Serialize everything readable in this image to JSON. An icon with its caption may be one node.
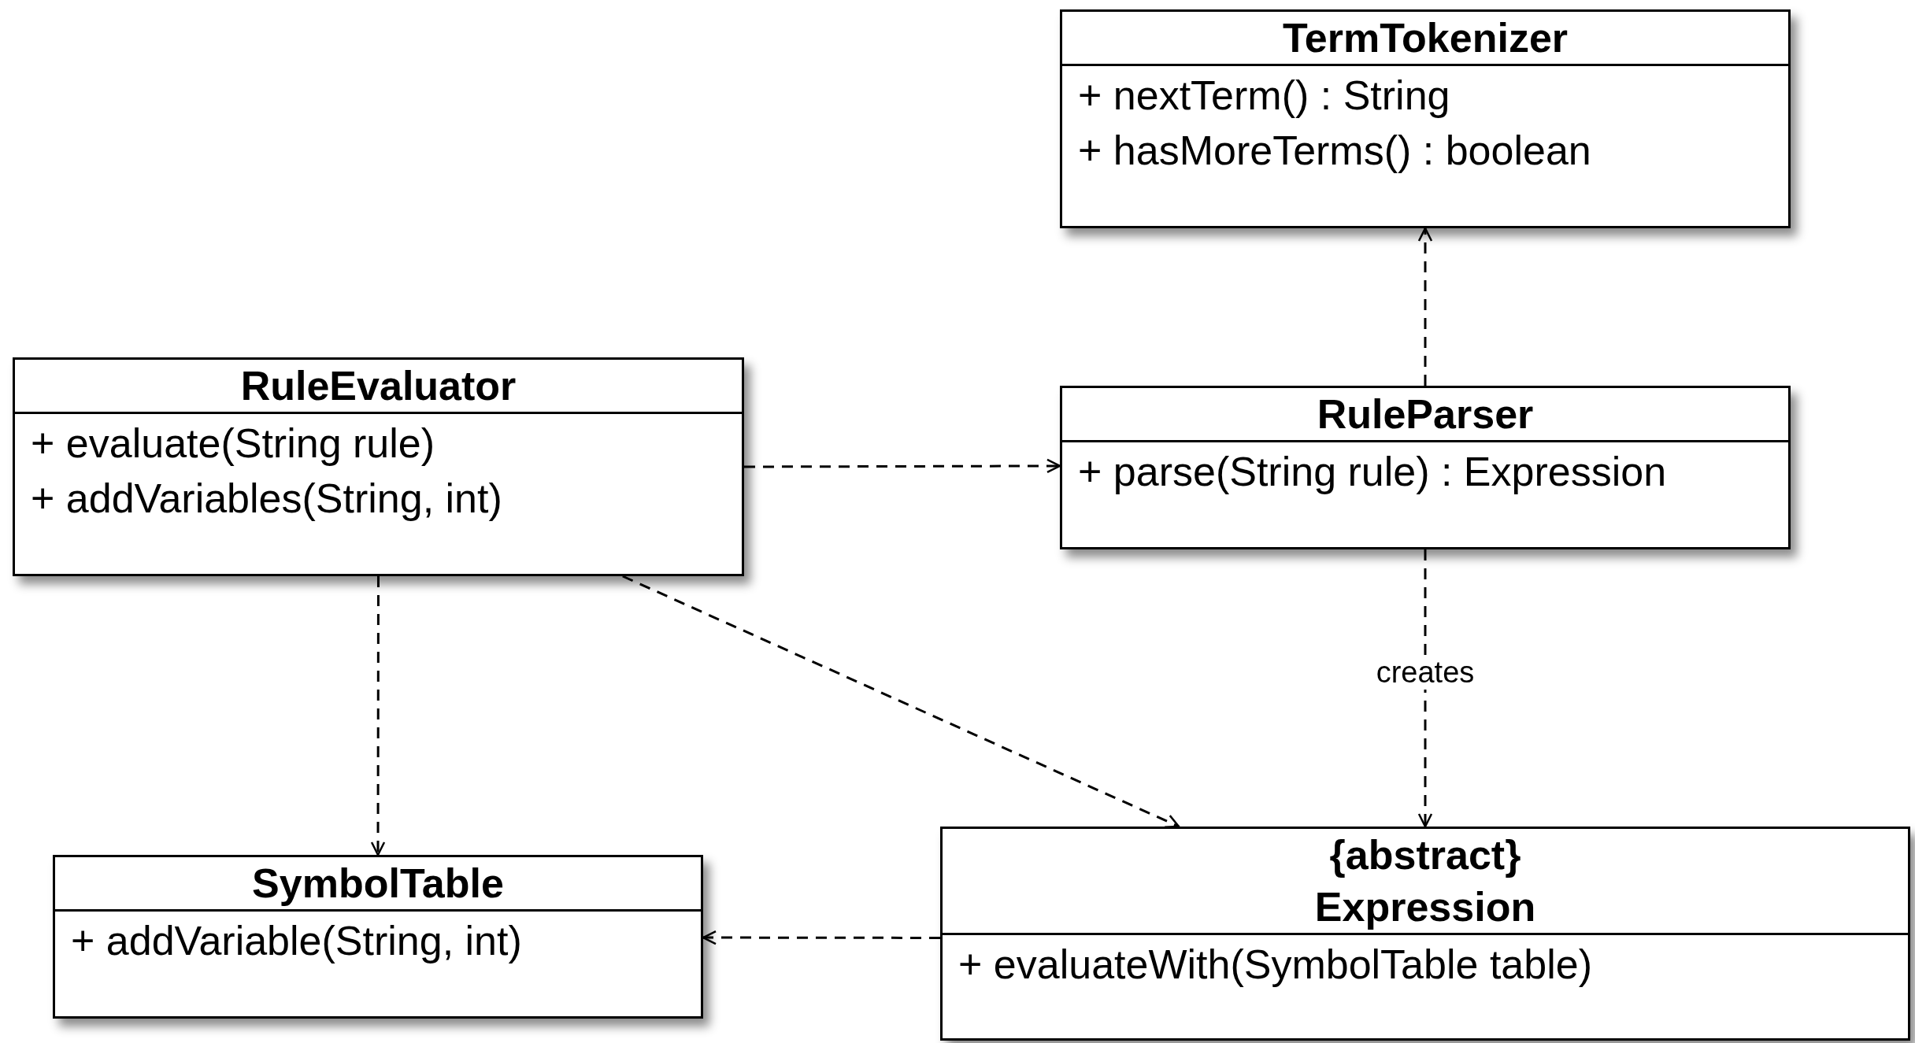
{
  "diagram": {
    "nodes": [
      {
        "text": [
          "TermTokenizer",
          "+ nextTerm() : String",
          "+ hasMoreTerms() : boolean"
        ]
      },
      {
        "text": [
          "RuleEvaluator",
          "+ evaluate(String rule)",
          "+ addVariables(String, int)"
        ]
      },
      {
        "text": [
          "RuleParser",
          "+ parse(String rule) : Expression"
        ]
      },
      {
        "text": [
          "SymbolTable",
          "+ addVariable(String, int)"
        ]
      },
      {
        "text": [
          "{abstract} Expression",
          "+ evaluateWith(SymbolTable table)"
        ]
      }
    ],
    "edges": [
      {
        "from": 2,
        "to": 0,
        "arrow": "to",
        "style": "dashed"
      },
      {
        "from": 1,
        "to": 2,
        "arrow": "to",
        "style": "dashed"
      },
      {
        "from": 1,
        "to": 3,
        "arrow": "to",
        "style": "dashed"
      },
      {
        "from": 1,
        "to": 4,
        "arrow": "to",
        "style": "dashed"
      },
      {
        "from": 2,
        "to": 4,
        "arrow": "to",
        "style": "dashed",
        "label": "creates"
      },
      {
        "from": 4,
        "to": 3,
        "arrow": "to",
        "style": "dashed"
      }
    ]
  }
}
